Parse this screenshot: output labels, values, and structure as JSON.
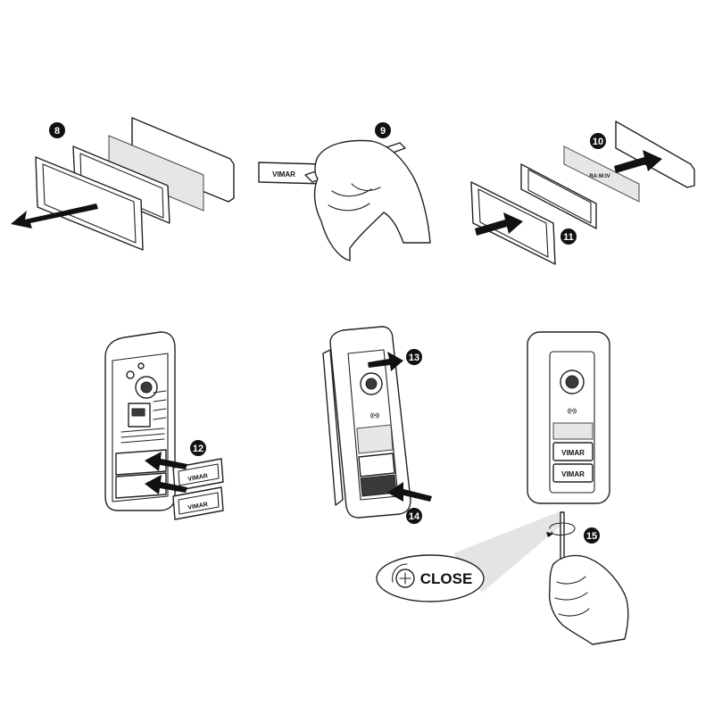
{
  "steps": {
    "s8": "8",
    "s9": "9",
    "s10": "10",
    "s11": "11",
    "s12": "12",
    "s13": "13",
    "s14": "14",
    "s15": "15"
  },
  "labels": {
    "vimar": "VIMAR",
    "card_small": "RA·M:IV",
    "close": "CLOSE",
    "rfid": "((•))"
  },
  "colors": {
    "ink": "#111111",
    "panel_grey": "#e6e6e6",
    "beam": "#d9d9d9"
  }
}
